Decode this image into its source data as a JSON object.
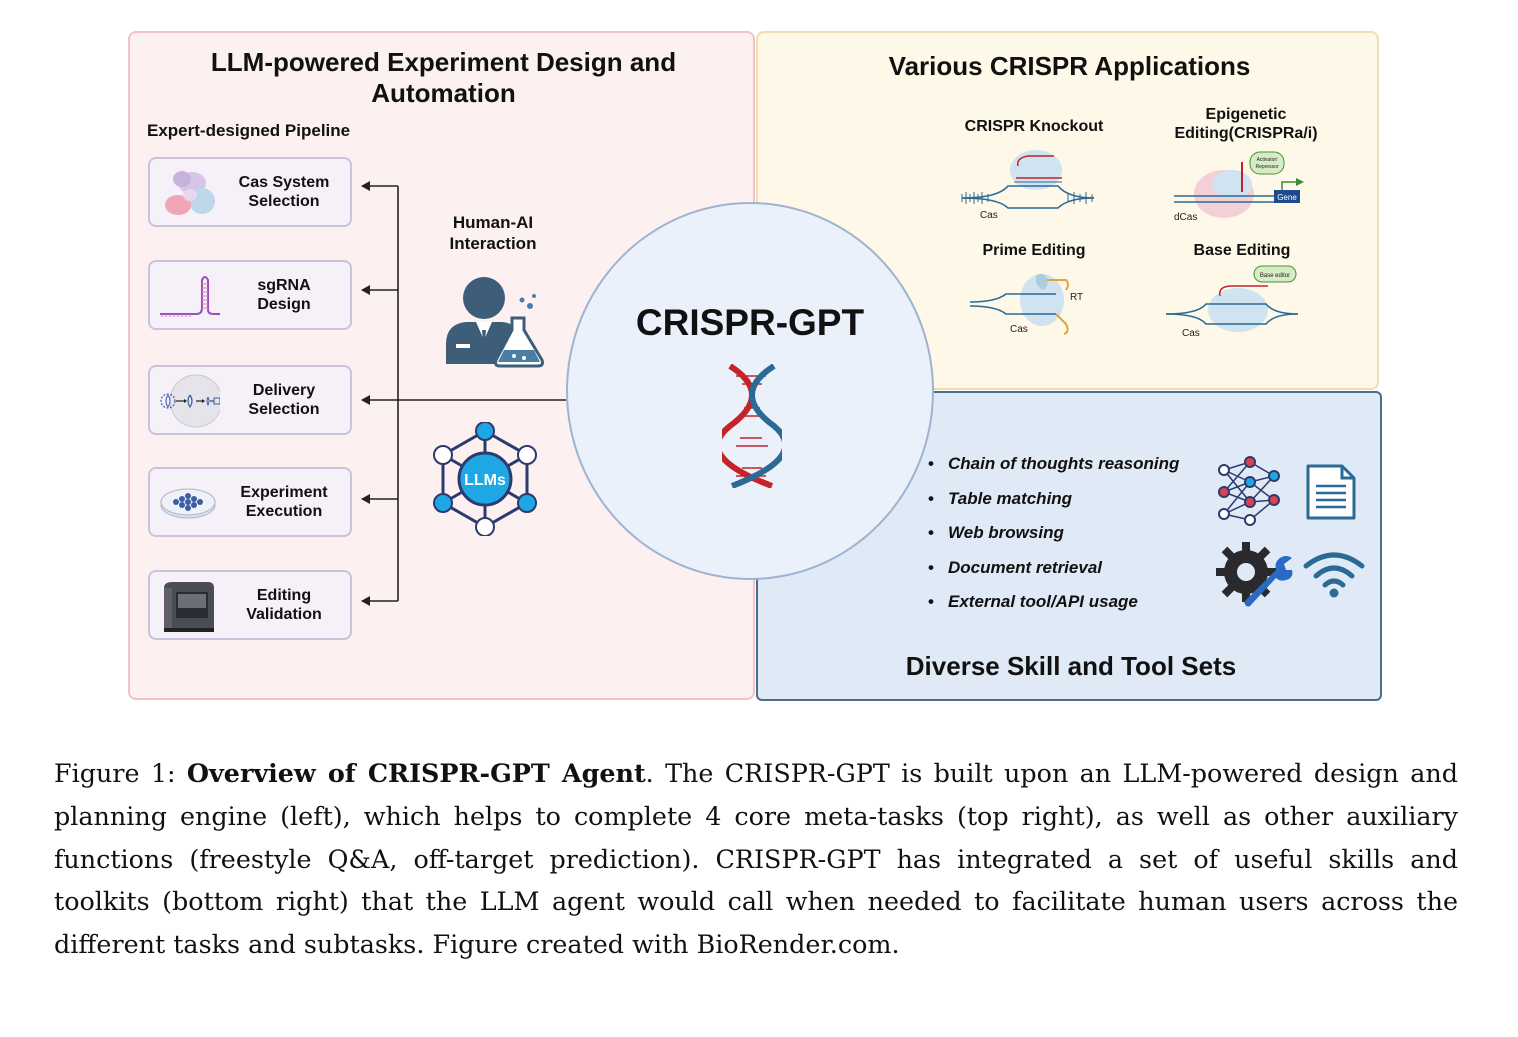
{
  "left_panel": {
    "title_line1": "LLM-powered Experiment Design and",
    "title_line2": "Automation",
    "subtitle": "Expert-designed Pipeline",
    "pipeline": [
      {
        "line1": "Cas System",
        "line2": "Selection",
        "icon": "protein-structure-icon"
      },
      {
        "line1": "sgRNA",
        "line2": "Design",
        "icon": "sgrna-hairpin-icon"
      },
      {
        "line1": "Delivery",
        "line2": "Selection",
        "icon": "delivery-vector-icon"
      },
      {
        "line1": "Experiment",
        "line2": "Execution",
        "icon": "petri-dish-icon"
      },
      {
        "line1": "Editing",
        "line2": "Validation",
        "icon": "sequencer-machine-icon"
      }
    ],
    "human_ai_line1": "Human-AI",
    "human_ai_line2": "Interaction",
    "llm_node_label": "LLMs"
  },
  "hub": {
    "title": "CRISPR-GPT",
    "icon": "dna-double-helix-icon"
  },
  "applications": {
    "title": "Various CRISPR Applications",
    "items": [
      {
        "title_line1": "CRISPR Knockout",
        "title_line2": "",
        "labels": [
          "Cas"
        ]
      },
      {
        "title_line1": "Epigenetic",
        "title_line2": "Editing(CRISPRa/i)",
        "labels": [
          "dCas",
          "Activator/ Repressor",
          "Gene"
        ]
      },
      {
        "title_line1": "Prime Editing",
        "title_line2": "",
        "labels": [
          "Cas",
          "RT"
        ]
      },
      {
        "title_line1": "Base Editing",
        "title_line2": "",
        "labels": [
          "Cas",
          "Base editor"
        ]
      }
    ]
  },
  "skills": {
    "title": "Diverse Skill and Tool Sets",
    "items": [
      "Chain of thoughts reasoning",
      "Table matching",
      "Web browsing",
      "Document retrieval",
      "External tool/API usage"
    ],
    "icons": [
      "neural-network-icon",
      "document-icon",
      "gear-wrench-icon",
      "wifi-icon"
    ]
  },
  "caption": {
    "prefix": "Figure 1: ",
    "bold_title": "Overview of CRISPR-GPT Agent",
    "body": ".  The CRISPR-GPT is built upon an LLM-powered design and planning engine (left), which helps to complete 4 core meta-tasks (top right), as well as other auxiliary functions (freestyle Q&A, off-target prediction).  CRISPR-GPT has integrated a set of useful skills and toolkits (bottom right) that the LLM agent would call when needed to facilitate human users across the different tasks and subtasks.  Figure created with BioRender.com."
  },
  "colors": {
    "left_bg": "#fdf0f1",
    "top_right_bg": "#fdf8e8",
    "bottom_right_bg": "#dfeaf6",
    "dna_red": "#c4232b",
    "dna_blue": "#2a6a95",
    "llm_blue": "#1ea7e4",
    "navy": "#2c3a6e"
  }
}
